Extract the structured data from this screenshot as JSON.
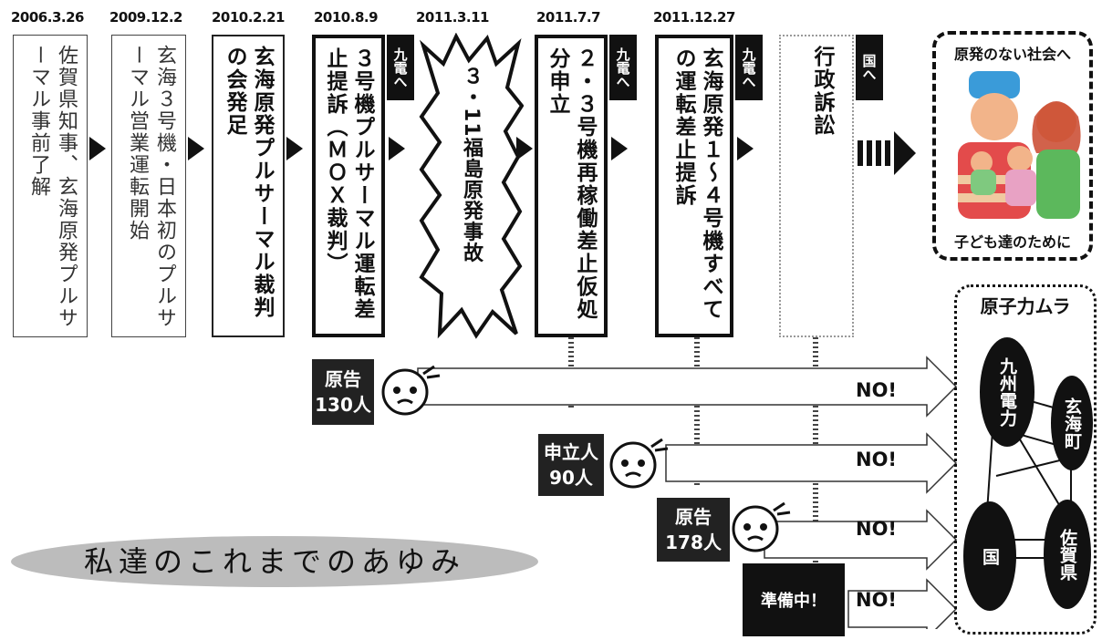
{
  "timeline": [
    {
      "date": "2006.3.26",
      "text": "佐賀県知事、玄海原発プルサーマル事前了解"
    },
    {
      "date": "2009.12.2",
      "text": "玄海３号機・日本初のプルサーマル営業運転開始"
    },
    {
      "date": "2010.2.21",
      "text": "玄海原発プルサーマル裁判の会発足"
    },
    {
      "date": "2010.8.9",
      "text": "３号機プルサーマル運転差止提訴（ＭＯＸ裁判）",
      "tag": "九電へ"
    },
    {
      "date": "2011.3.11",
      "text": "３・11福島原発事故"
    },
    {
      "date": "2011.7.7",
      "text": "２・３号機再稼働差止仮処分申立",
      "tag": "九電へ"
    },
    {
      "date": "2011.12.27",
      "text": "玄海原発１〜４号機すべての運転差止提訴",
      "tag": "九電へ"
    },
    {
      "date": "",
      "text": "行政訴訟",
      "tag": "国へ"
    }
  ],
  "groups": [
    {
      "label_line1": "原告",
      "label_line2": "130人",
      "result": "NO!"
    },
    {
      "label_line1": "申立人",
      "label_line2": "90人",
      "result": "NO!"
    },
    {
      "label_line1": "原告",
      "label_line2": "178人",
      "result": "NO!"
    },
    {
      "label_line1": "準備中！",
      "label_line2": "",
      "result": "NO!"
    }
  ],
  "title": "私達のこれまでのあゆみ",
  "future": {
    "top": "原発のない社会へ",
    "bottom": "子ども達のために"
  },
  "mura": {
    "title": "原子力ムラ",
    "nodes": [
      "九州電力",
      "玄海町",
      "国",
      "佐賀県"
    ]
  }
}
